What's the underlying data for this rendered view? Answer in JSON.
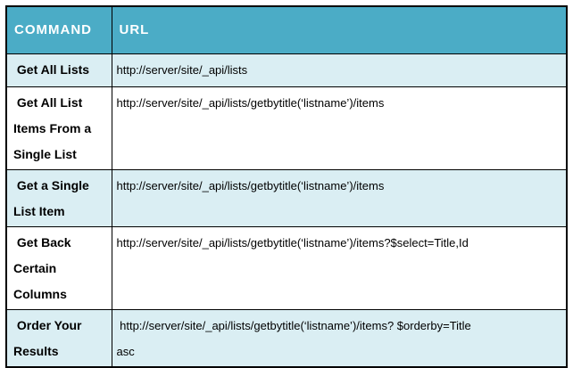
{
  "table": {
    "header": {
      "command": "COMMAND",
      "url": "URL"
    },
    "rows": [
      {
        "command": " Get All Lists",
        "url": "http://server/site/_api/lists"
      },
      {
        "command": " Get All List\nItems From a\nSingle List",
        "url": "http://server/site/_api/lists/getbytitle(‘listname’)/items"
      },
      {
        "command": " Get a Single\nList Item",
        "url": "http://server/site/_api/lists/getbytitle(‘listname’)/items"
      },
      {
        "command": " Get Back\nCertain\nColumns",
        "url": "http://server/site/_api/lists/getbytitle(‘listname’)/items?$select=Title,Id"
      },
      {
        "command": " Order Your\nResults",
        "url": " http://server/site/_api/lists/getbytitle(‘listname’)/items? $orderby=Title\nasc"
      }
    ],
    "colors": {
      "header_bg": "#4BACC6",
      "header_text": "#FFFFFF",
      "row_alt_bg": "#DAEEF3",
      "row_bg": "#FFFFFF",
      "border": "#000000",
      "text": "#000000"
    }
  }
}
